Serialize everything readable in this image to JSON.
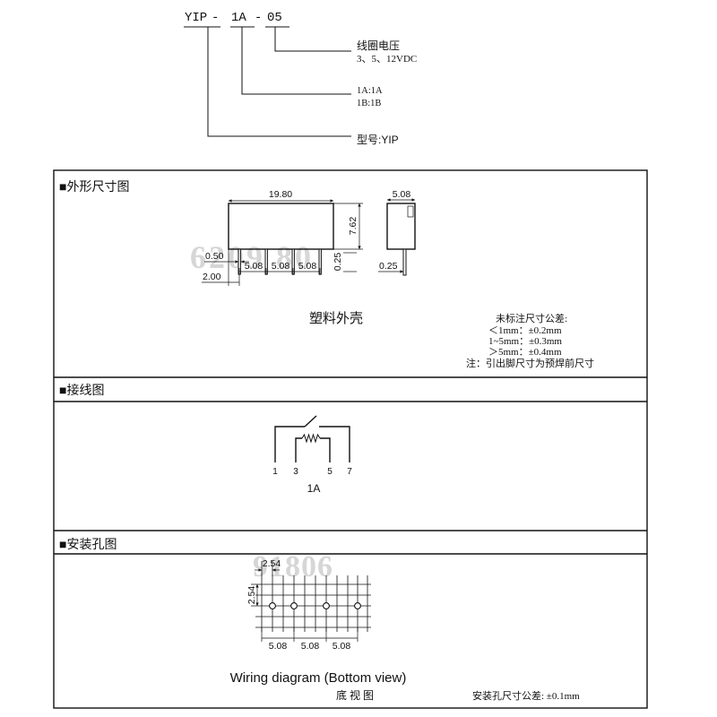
{
  "part_number": {
    "series": "YIP",
    "dash1": "-",
    "contact": "1A",
    "dash2": "-",
    "voltage": "05"
  },
  "legend": {
    "coil_voltage_title": "线圈电压",
    "coil_voltage_values": "3、5、12VDC",
    "contact_form_1a": "1A:1A",
    "contact_form_1b": "1B:1B",
    "model": "型号:YIP"
  },
  "outline": {
    "title": "■外形尺寸图",
    "dims": {
      "length": "19.80",
      "height": "7.62",
      "pin_width": "0.50",
      "pitch_1": "5.08",
      "pitch_2": "5.08",
      "pitch_3": "5.08",
      "pin_thickness": "0.25",
      "first_pin_offset": "2.00",
      "width": "5.08",
      "side_pin_thickness": "0.25"
    },
    "case_label": "塑料外壳",
    "tolerance": {
      "title": "未标注尺寸公差:",
      "lines": [
        "＜1mm：±0.2mm",
        "1~5mm：±0.3mm",
        "＞5mm：±0.4mm"
      ],
      "note": "注：引出脚尺寸为预焊前尺寸"
    },
    "watermark": "6209 80"
  },
  "wiring": {
    "title": "■接线图",
    "pins": [
      "1",
      "3",
      "5",
      "7"
    ],
    "label": "1A"
  },
  "mounting": {
    "title": "■安装孔图",
    "grid_pitch_top": "2.54",
    "grid_pitch_left": "2.54",
    "hole_pitch": [
      "5.08",
      "5.08",
      "5.08"
    ],
    "caption_en": "Wiring diagram (Bottom view)",
    "caption_cn": "底 视 图",
    "tolerance": "安装孔尺寸公差: ±0.1mm",
    "watermark": "91806"
  }
}
